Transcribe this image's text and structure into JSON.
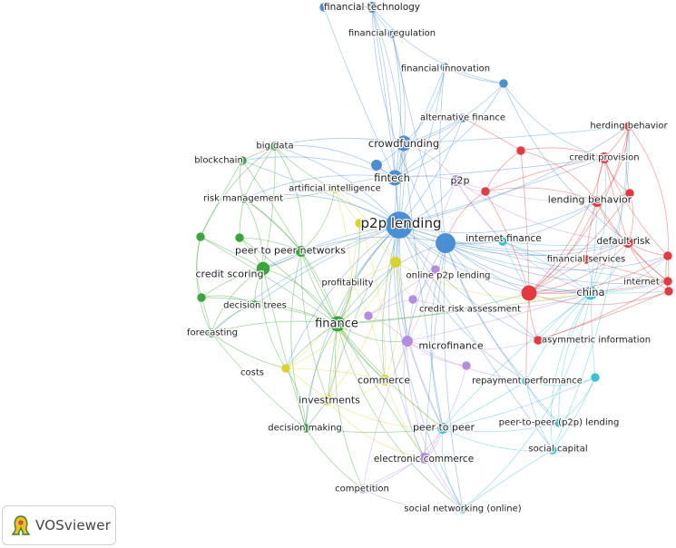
{
  "app": {
    "name": "VOSviewer"
  },
  "colors": {
    "blue": "#4a8fd4",
    "red": "#e5393f",
    "green": "#3aa53a",
    "yellow": "#d8d42a",
    "purple": "#b48de0",
    "cyan": "#38c2d4"
  },
  "network": {
    "nodes": [
      {
        "id": "p2p_lending",
        "label": "p2p lending",
        "cluster": "blue",
        "weight": 10
      },
      {
        "id": "fintech",
        "label": "fintech",
        "cluster": "blue",
        "weight": 5
      },
      {
        "id": "crowdfunding",
        "label": "crowdfunding",
        "cluster": "blue",
        "weight": 5
      },
      {
        "id": "financial_technology",
        "label": "financial technology",
        "cluster": "blue",
        "weight": 3
      },
      {
        "id": "financial_regulation",
        "label": "financial regulation",
        "cluster": "blue",
        "weight": 2
      },
      {
        "id": "financial_innovation",
        "label": "financial innovation",
        "cluster": "blue",
        "weight": 2
      },
      {
        "id": "alternative_finance",
        "label": "alternative finance",
        "cluster": "blue",
        "weight": 2
      },
      {
        "id": "blue_hub",
        "label": "",
        "cluster": "blue",
        "weight": 7
      },
      {
        "id": "blue_a",
        "label": "",
        "cluster": "blue",
        "weight": 2
      },
      {
        "id": "blue_b",
        "label": "",
        "cluster": "blue",
        "weight": 2
      },
      {
        "id": "blue_c",
        "label": "",
        "cluster": "blue",
        "weight": 3
      },
      {
        "id": "p2p",
        "label": "p2p",
        "cluster": "purple",
        "weight": 3
      },
      {
        "id": "microfinance",
        "label": "microfinance",
        "cluster": "purple",
        "weight": 3
      },
      {
        "id": "credit_risk_assessment",
        "label": "credit risk assessment",
        "cluster": "purple",
        "weight": 2
      },
      {
        "id": "electronic_commerce",
        "label": "electronic commerce",
        "cluster": "purple",
        "weight": 3
      },
      {
        "id": "competition",
        "label": "competition",
        "cluster": "purple",
        "weight": 2
      },
      {
        "id": "purple_a",
        "label": "",
        "cluster": "purple",
        "weight": 2
      },
      {
        "id": "purple_b",
        "label": "",
        "cluster": "purple",
        "weight": 2
      },
      {
        "id": "purple_c",
        "label": "",
        "cluster": "purple",
        "weight": 2
      },
      {
        "id": "china",
        "label": "china",
        "cluster": "cyan",
        "weight": 4
      },
      {
        "id": "internet_finance",
        "label": "internet finance",
        "cluster": "cyan",
        "weight": 2
      },
      {
        "id": "repayment_performance",
        "label": "repayment performance",
        "cluster": "cyan",
        "weight": 2
      },
      {
        "id": "peer_to_peer",
        "label": "peer to peer",
        "cluster": "cyan",
        "weight": 3
      },
      {
        "id": "peer_to_peer_p2p_lending",
        "label": "peer-to-peer (p2p) lending",
        "cluster": "cyan",
        "weight": 2
      },
      {
        "id": "social_capital",
        "label": "social capital",
        "cluster": "cyan",
        "weight": 2
      },
      {
        "id": "social_networking_online",
        "label": "social networking (online)",
        "cluster": "cyan",
        "weight": 2
      },
      {
        "id": "cyan_a",
        "label": "",
        "cluster": "cyan",
        "weight": 2
      },
      {
        "id": "herding_behavior",
        "label": "herding behavior",
        "cluster": "red",
        "weight": 2
      },
      {
        "id": "credit_provision",
        "label": "credit provision",
        "cluster": "red",
        "weight": 3
      },
      {
        "id": "lending_behavior",
        "label": "lending behavior",
        "cluster": "red",
        "weight": 3
      },
      {
        "id": "default_risk",
        "label": "default risk",
        "cluster": "red",
        "weight": 3
      },
      {
        "id": "financial_services",
        "label": "financial services",
        "cluster": "red",
        "weight": 2
      },
      {
        "id": "internet",
        "label": "internet",
        "cluster": "red",
        "weight": 2
      },
      {
        "id": "asymmetric_information",
        "label": "asymmetric information",
        "cluster": "red",
        "weight": 2
      },
      {
        "id": "red_hub",
        "label": "",
        "cluster": "red",
        "weight": 5
      },
      {
        "id": "red_a",
        "label": "",
        "cluster": "red",
        "weight": 2
      },
      {
        "id": "red_b",
        "label": "",
        "cluster": "red",
        "weight": 2
      },
      {
        "id": "red_c",
        "label": "",
        "cluster": "red",
        "weight": 2
      },
      {
        "id": "red_d",
        "label": "",
        "cluster": "red",
        "weight": 2
      },
      {
        "id": "red_e",
        "label": "",
        "cluster": "red",
        "weight": 2
      },
      {
        "id": "big_data",
        "label": "big data",
        "cluster": "green",
        "weight": 2
      },
      {
        "id": "blockchain",
        "label": "blockchain",
        "cluster": "green",
        "weight": 2
      },
      {
        "id": "risk_management",
        "label": "risk management",
        "cluster": "green",
        "weight": 2
      },
      {
        "id": "peer_to_peer_networks",
        "label": "peer to peer networks",
        "cluster": "green",
        "weight": 3
      },
      {
        "id": "credit_scoring",
        "label": "credit scoring",
        "cluster": "green",
        "weight": 4
      },
      {
        "id": "decision_trees",
        "label": "decision trees",
        "cluster": "green",
        "weight": 2
      },
      {
        "id": "forecasting",
        "label": "forecasting",
        "cluster": "green",
        "weight": 2
      },
      {
        "id": "finance",
        "label": "finance",
        "cluster": "green",
        "weight": 5
      },
      {
        "id": "decision_making",
        "label": "decision making",
        "cluster": "green",
        "weight": 2
      },
      {
        "id": "green_a",
        "label": "",
        "cluster": "green",
        "weight": 2
      },
      {
        "id": "green_b",
        "label": "",
        "cluster": "green",
        "weight": 2
      },
      {
        "id": "green_c",
        "label": "",
        "cluster": "green",
        "weight": 2
      },
      {
        "id": "artificial_intelligence",
        "label": "artificial intelligence",
        "cluster": "yellow",
        "weight": 2
      },
      {
        "id": "online_p2p_lending",
        "label": "online p2p lending",
        "cluster": "yellow",
        "weight": 3
      },
      {
        "id": "profitability",
        "label": "profitability",
        "cluster": "yellow",
        "weight": 2
      },
      {
        "id": "costs",
        "label": "costs",
        "cluster": "yellow",
        "weight": 2
      },
      {
        "id": "investments",
        "label": "investments",
        "cluster": "yellow",
        "weight": 3
      },
      {
        "id": "commerce",
        "label": "commerce",
        "cluster": "yellow",
        "weight": 3
      },
      {
        "id": "yellow_a",
        "label": "",
        "cluster": "yellow",
        "weight": 2
      }
    ]
  }
}
